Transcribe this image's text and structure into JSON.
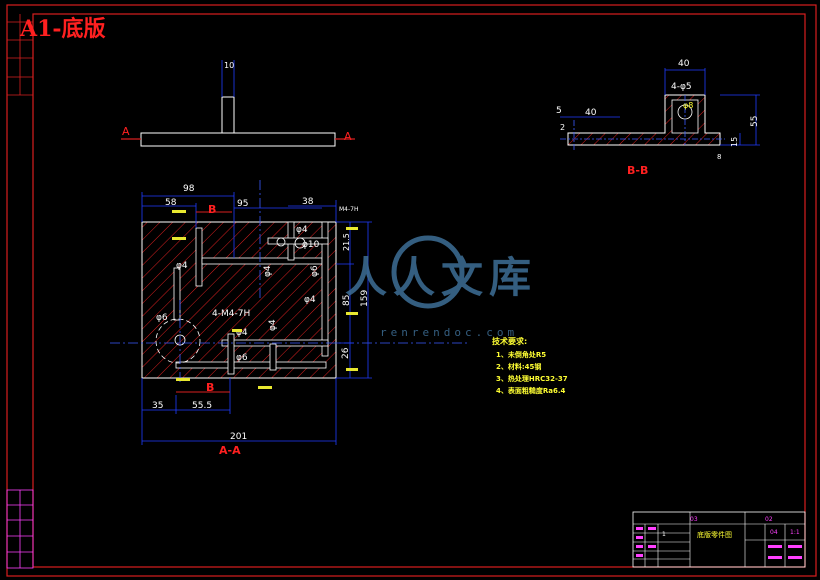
{
  "title": "A1-底版",
  "colors": {
    "background": "#000000",
    "frame": "#d81f1f",
    "title_red": "#ff2020",
    "outline": "#ffffff",
    "dimension": "#1f3cff",
    "centerline": "#3a5bff",
    "hatch": "#d81f1f",
    "note_yellow": "#ffff33",
    "small_yellow": "#e8e830",
    "magenta": "#ff40ff",
    "watermark": "#3e6f97"
  },
  "top_view": {
    "dim_thickness": "10",
    "section_label_left": "A",
    "section_label_right": "A"
  },
  "section_bb": {
    "dim_width": "40",
    "dim_holes": "4-φ5",
    "dim_diameter": "φ8",
    "dim_left": "5",
    "dim_step": "40",
    "dim_small": "2",
    "dim_height": "55",
    "dim_edge": "15",
    "dim_tiny": "8",
    "caption": "B-B"
  },
  "section_aa": {
    "dim_98": "98",
    "dim_58": "58",
    "dim_95": "95",
    "dim_38": "38",
    "dim_201": "201",
    "dim_35": "35",
    "dim_55_5": "55.5",
    "dim_215": "21.5",
    "dim_85": "85",
    "dim_159": "159",
    "dim_26": "26",
    "phi4_a": "φ4",
    "phi4_b": "φ4",
    "phi4_c": "φ4",
    "phi4_d": "φ4",
    "phi4_e": "φ4",
    "phi4_f": "φ4",
    "phi10": "φ10",
    "phi6_a": "φ6",
    "phi6_b": "φ6",
    "phi6_c": "φ6",
    "thread": "4-M4-7H",
    "thread_label": "M4-7H",
    "cut_b_top": "B",
    "cut_b_bottom": "B",
    "caption": "A-A"
  },
  "tech_notes": {
    "heading": "技术要求:",
    "items": [
      "1、未倒角处R5",
      "2、材料:45钢",
      "3、热处理HRC32-37",
      "4、表面粗糙度Ra6.4"
    ]
  },
  "title_block": {
    "part_name": "底版零件图",
    "code": "02",
    "scale": "1:1",
    "count": "1",
    "num_a": "03",
    "num_b": "04"
  },
  "watermark": {
    "text": "人人文库",
    "url": "renrendoc.com"
  }
}
